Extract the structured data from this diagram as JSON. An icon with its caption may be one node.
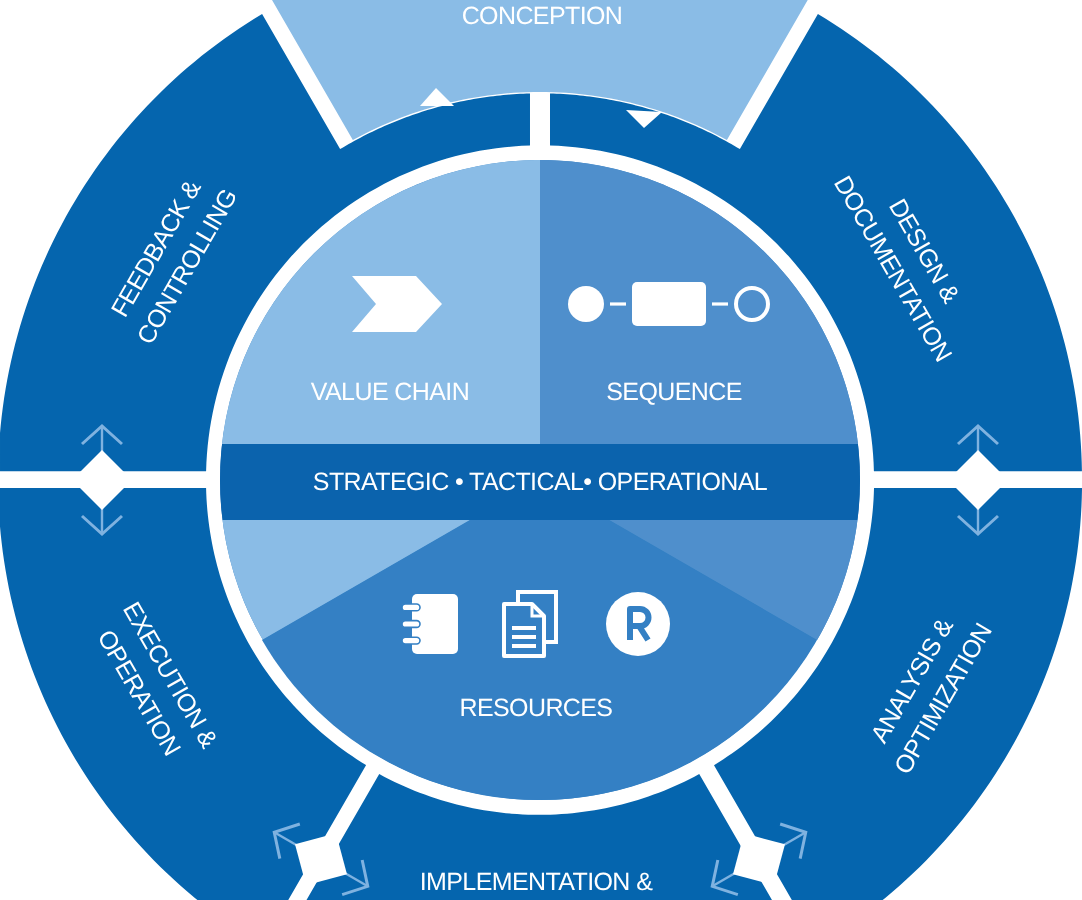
{
  "diagram": {
    "nodes": [
      {
        "text": [
          "CONCEPTION"
        ]
      },
      {
        "text": [
          "DESIGN & DOCUMENTATION"
        ]
      },
      {
        "text": [
          "ANALYSIS & OPTIMIZATION"
        ]
      },
      {
        "text": [
          "IMPLEMENTATION &"
        ]
      },
      {
        "text": [
          "EXECUTION & OPERATION"
        ]
      },
      {
        "text": [
          "FEEDBACK & CONTROLLING"
        ]
      },
      {
        "text": [],
        "shape": "circle"
      },
      {
        "text": [
          "VALUE CHAIN"
        ],
        "in": 6
      },
      {
        "text": [
          "SEQUENCE"
        ],
        "in": 6
      },
      {
        "text": [
          "STRATEGIC • TACTICAL• OPERATIONAL"
        ],
        "in": 6
      },
      {
        "text": [
          "RESOURCES"
        ],
        "in": 6
      }
    ],
    "edges": [
      {
        "from": 1,
        "to": 2,
        "arrow": "both"
      },
      {
        "from": 2,
        "to": 3,
        "arrow": "both"
      },
      {
        "from": 3,
        "to": 4,
        "arrow": "both"
      },
      {
        "from": 4,
        "to": 5,
        "arrow": "both"
      }
    ]
  }
}
